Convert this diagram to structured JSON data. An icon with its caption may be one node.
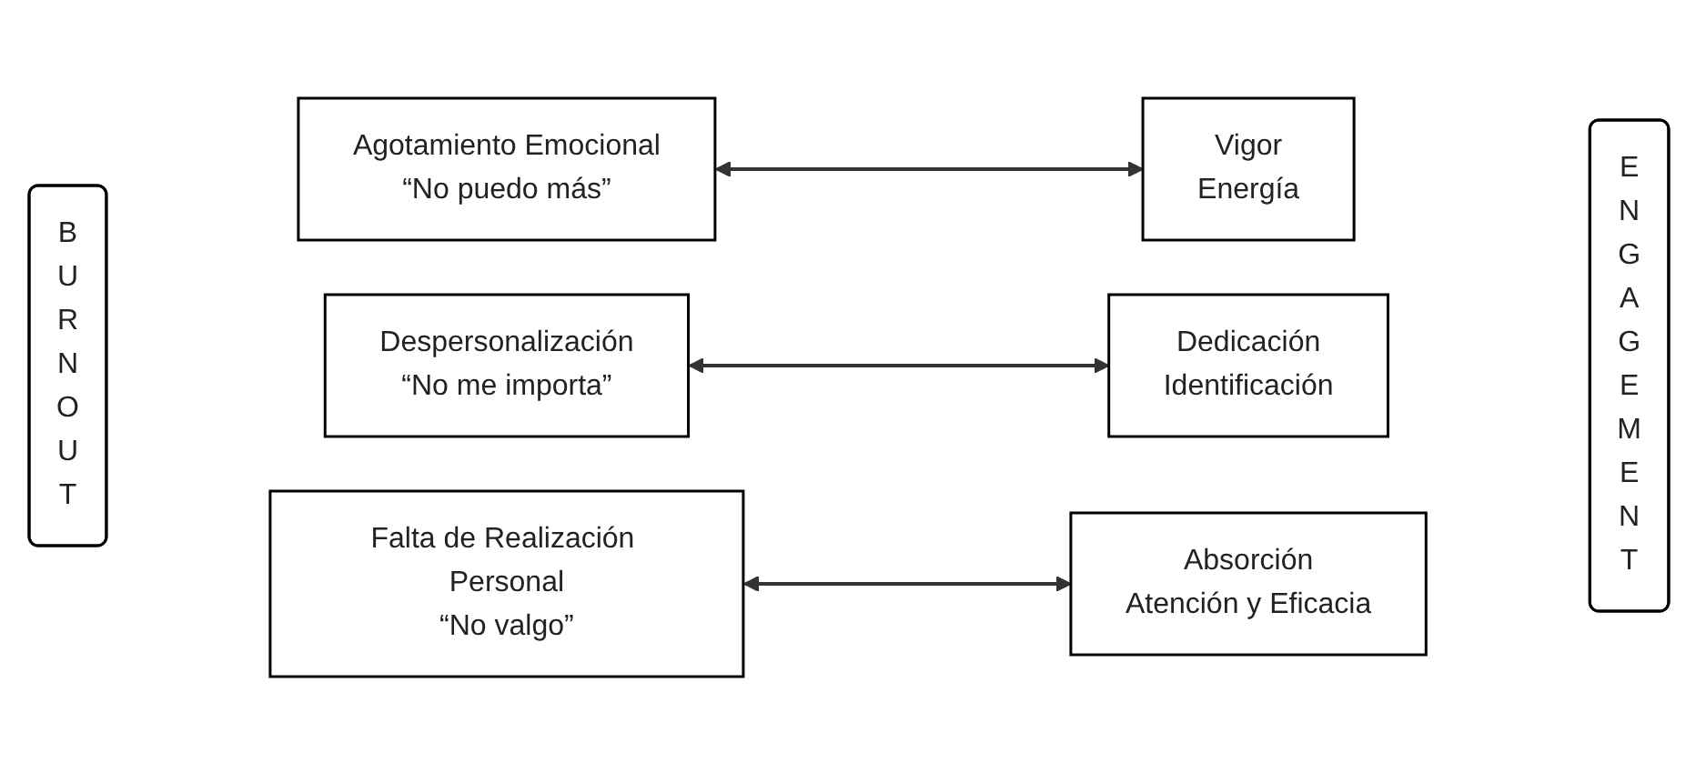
{
  "diagram": {
    "nodes": [
      {
        "text": [
          "BURNOUT"
        ]
      },
      {
        "text": [
          "Agotamiento Emocional",
          "“No puedo más”"
        ]
      },
      {
        "text": [
          "Despersonalización",
          "“No me importa”"
        ]
      },
      {
        "text": [
          "Falta de Realización Personal",
          "“No valgo”"
        ]
      },
      {
        "text": [
          "Vigor",
          "Energía"
        ]
      },
      {
        "text": [
          "Dedicación",
          "Identificación"
        ]
      },
      {
        "text": [
          "Absorción",
          "Atención y Eficacia"
        ]
      },
      {
        "text": [
          "ENGAGEMENT"
        ]
      }
    ],
    "edges": [
      {
        "from": 1,
        "to": 4,
        "arrow": "both"
      },
      {
        "from": 2,
        "to": 5,
        "arrow": "both"
      },
      {
        "from": 3,
        "to": 6,
        "arrow": "both"
      }
    ]
  }
}
